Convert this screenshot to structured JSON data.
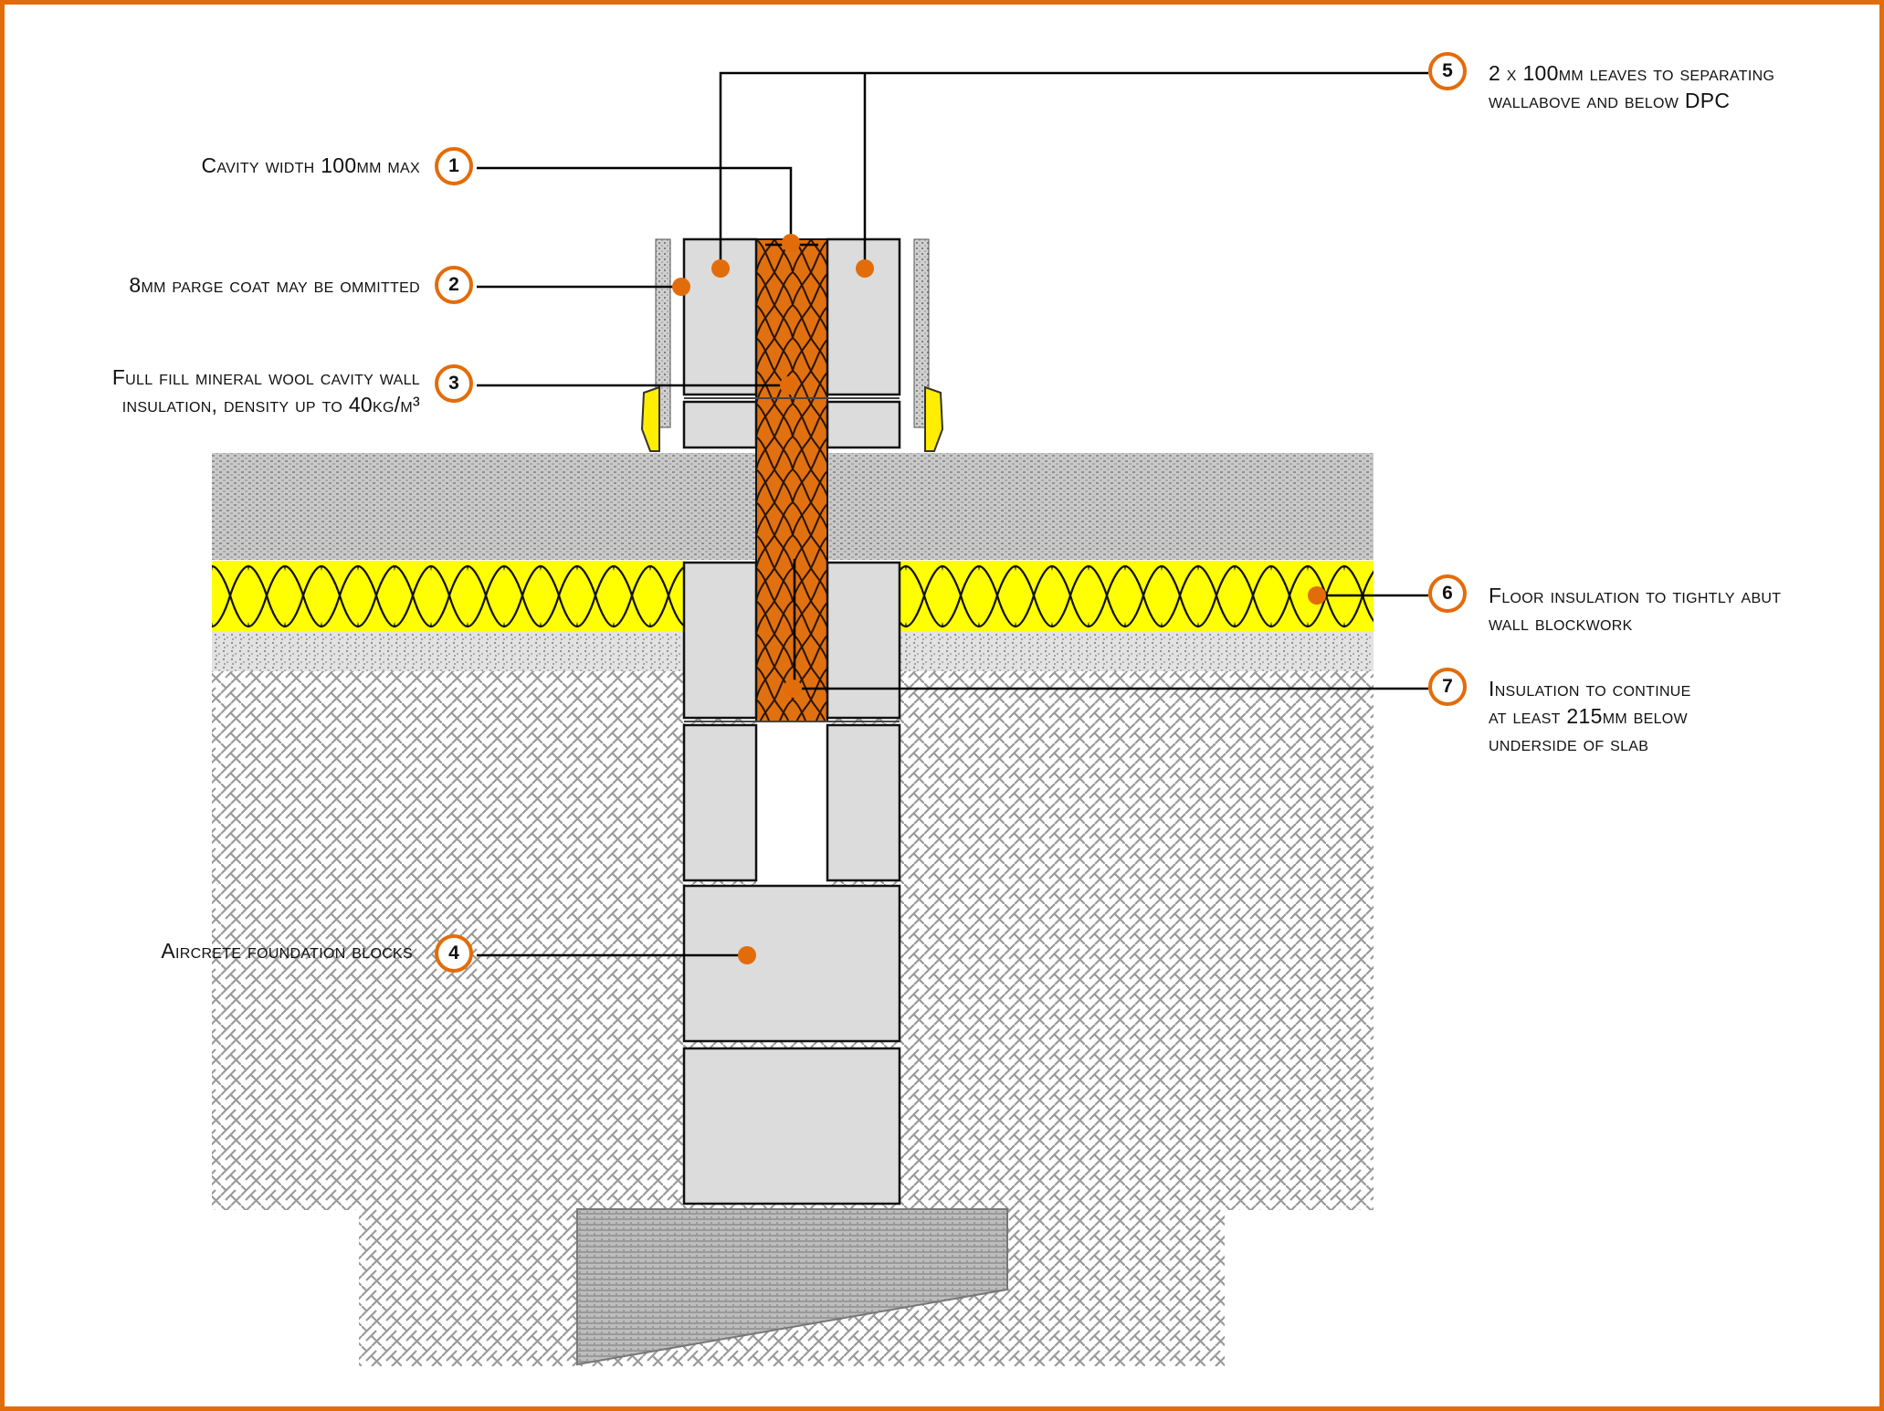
{
  "colors": {
    "frame": "#e36c0a",
    "callout": "#e36c0a",
    "cavity_insulation": "#e07010",
    "floor_insulation": "#ffff00",
    "blockwork": "#dcdcdc",
    "leader": "#000000"
  },
  "callouts": [
    {
      "number": "1",
      "lines": [
        "Cavity width 100mm max"
      ]
    },
    {
      "number": "2",
      "lines": [
        "8mm parge coat may be ommitted"
      ]
    },
    {
      "number": "3",
      "lines": [
        "Full fill mineral wool cavity wall",
        "insulation, density up to 40kg/m³"
      ]
    },
    {
      "number": "4",
      "lines": [
        "Aircrete foundation blocks"
      ]
    },
    {
      "number": "5",
      "lines": [
        "2 x 100mm leaves to separating",
        "wallabove and below DPC"
      ]
    },
    {
      "number": "6",
      "lines": [
        "Floor insulation to tightly abut",
        "wall blockwork"
      ]
    },
    {
      "number": "7",
      "lines": [
        "Insulation to continue",
        "at least 215mm below",
        "underside of slab"
      ]
    }
  ]
}
